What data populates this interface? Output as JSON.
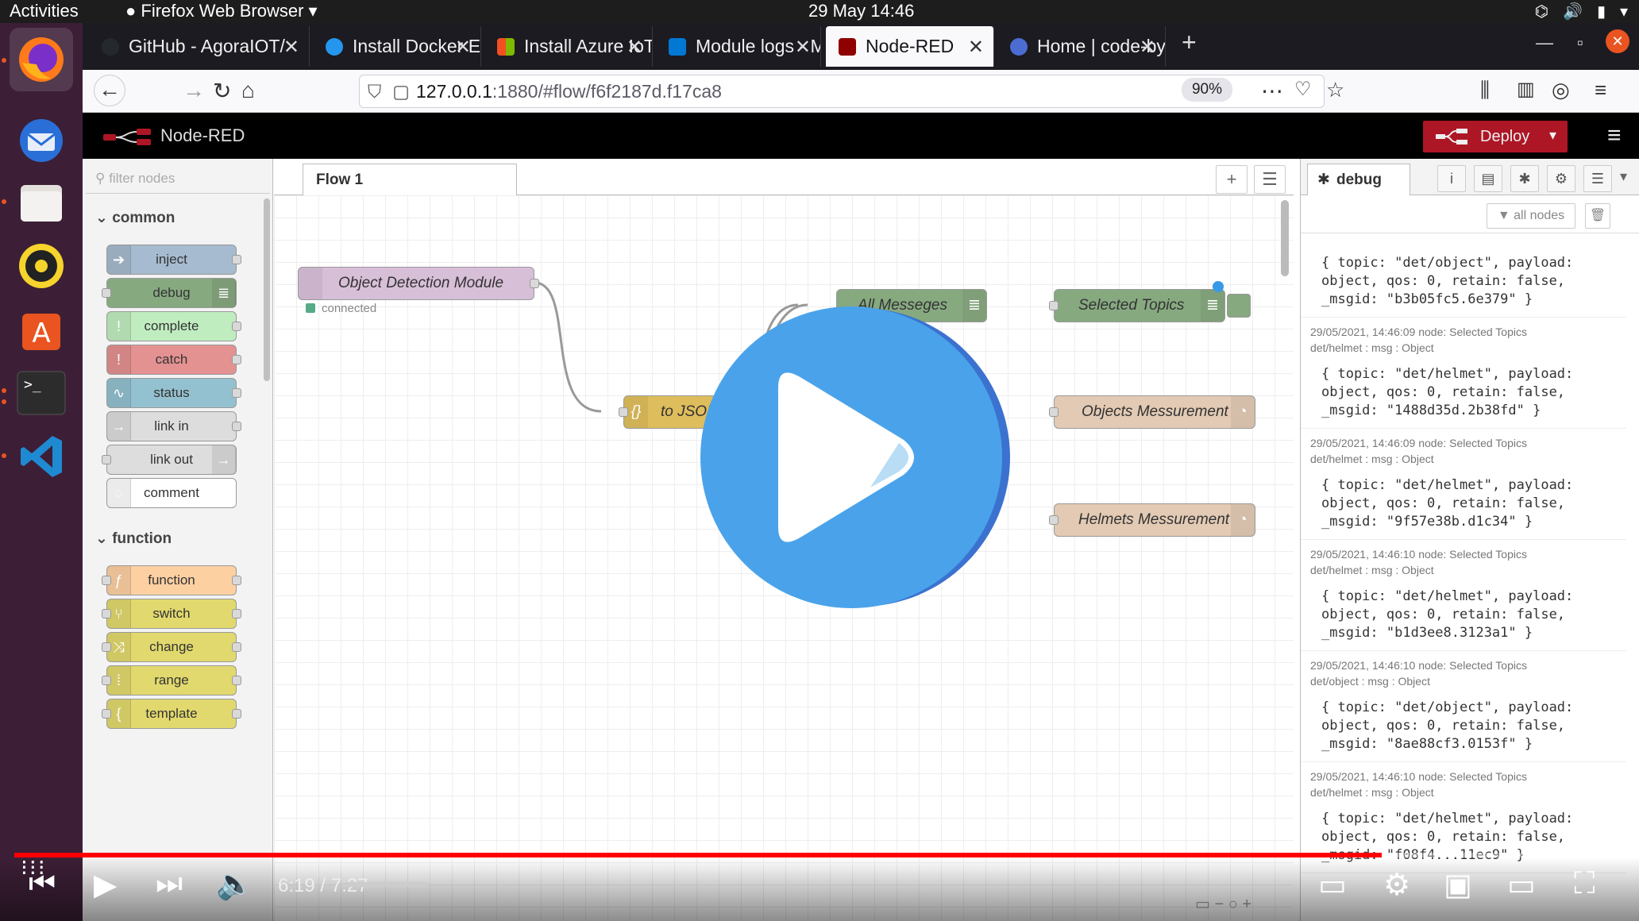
{
  "desktop": {
    "activities": "Activities",
    "app_name": "Firefox Web Browser",
    "clock": "29 May  14:46"
  },
  "browser": {
    "tabs": [
      {
        "label": "GitHub - AgoraIOT/",
        "favicon_color": "#24292e"
      },
      {
        "label": "Install Docker Engi",
        "favicon_color": "#2496ed"
      },
      {
        "label": "Install Azure IoT Ed",
        "favicon_color": "#f25022"
      },
      {
        "label": "Module logs - Micro",
        "favicon_color": "#0078d4"
      },
      {
        "label": "Node-RED",
        "favicon_color": "#8f0000"
      },
      {
        "label": "Home | code-byter",
        "favicon_color": "#4b6cd1"
      }
    ],
    "url_host": "127.0.0.1",
    "url_rest": ":1880/#flow/f6f2187d.f17ca8",
    "zoom": "90%"
  },
  "nodered": {
    "title": "Node-RED",
    "deploy_label": "Deploy",
    "filter_placeholder": "filter nodes",
    "categories": [
      "common",
      "function"
    ],
    "common_nodes": [
      "inject",
      "debug",
      "complete",
      "catch",
      "status",
      "link in",
      "link out",
      "comment"
    ],
    "function_nodes": [
      "function",
      "switch",
      "change",
      "range",
      "template"
    ],
    "flow_tab": "Flow 1",
    "flow_nodes": {
      "mqtt_in": "Object Detection Module",
      "mqtt_status": "connected",
      "to_json": "to JSON",
      "all_messages": "All Messeges",
      "selected_topics": "Selected Topics",
      "objects_measurement": "Objects Messurement",
      "helmets_measurement": "Helmets Messurement"
    },
    "sidebar_tab": "debug",
    "filter_all_nodes": "all nodes",
    "debug_messages": [
      {
        "header": "",
        "topic_line": "",
        "payload": [
          "{ topic: \"det/object\", payload:",
          "object, qos: 0, retain: false,",
          "_msgid: \"b3b05fc5.6e379\" }"
        ]
      },
      {
        "header": "29/05/2021, 14:46:09   node: Selected Topics",
        "topic_line": "det/helmet : msg : Object",
        "payload": [
          "{ topic: \"det/helmet\", payload:",
          "object, qos: 0, retain: false,",
          "_msgid: \"1488d35d.2b38fd\" }"
        ]
      },
      {
        "header": "29/05/2021, 14:46:09   node: Selected Topics",
        "topic_line": "det/helmet : msg : Object",
        "payload": [
          "{ topic: \"det/helmet\", payload:",
          "object, qos: 0, retain: false,",
          "_msgid: \"9f57e38b.d1c34\" }"
        ]
      },
      {
        "header": "29/05/2021, 14:46:10   node: Selected Topics",
        "topic_line": "det/helmet : msg : Object",
        "payload": [
          "{ topic: \"det/helmet\", payload:",
          "object, qos: 0, retain: false,",
          "_msgid: \"b1d3ee8.3123a1\" }"
        ]
      },
      {
        "header": "29/05/2021, 14:46:10   node: Selected Topics",
        "topic_line": "det/object : msg : Object",
        "payload": [
          "{ topic: \"det/object\", payload:",
          "object, qos: 0, retain: false,",
          "_msgid: \"8ae88cf3.0153f\" }"
        ]
      },
      {
        "header": "29/05/2021, 14:46:10   node: Selected Topics",
        "topic_line": "det/helmet : msg : Object",
        "payload": [
          "{ topic: \"det/helmet\", payload:",
          "object, qos: 0, retain: false,",
          "_msgid: \"f08f4...11ec9\" }"
        ]
      }
    ]
  },
  "video": {
    "time": "6:19 / 7:27",
    "progress": 0.849
  },
  "colors": {
    "accent_red": "#ad1625",
    "play_blue": "#4aa3ea"
  }
}
